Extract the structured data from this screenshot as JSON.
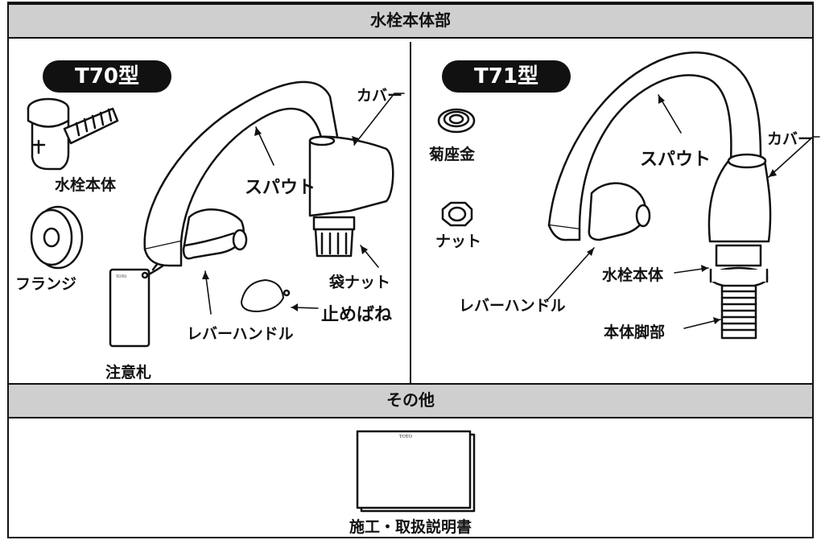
{
  "sections": {
    "faucet_body": "水栓本体部",
    "other": "その他"
  },
  "t70": {
    "model": "T70型",
    "labels": {
      "cover": "カバー",
      "spout": "スパウト",
      "faucet_body": "水栓本体",
      "flange": "フランジ",
      "bag_nut": "袋ナット",
      "stopper_spring": "止めばね",
      "lever_handle": "レバーハンドル",
      "caution_tag": "注意札"
    },
    "tag_text": "TOTO"
  },
  "t71": {
    "model": "T71型",
    "labels": {
      "chrysanthemum_washer": "菊座金",
      "nut": "ナット",
      "spout": "スパウト",
      "cover": "カバー",
      "faucet_body": "水栓本体",
      "lever_handle": "レバーハンドル",
      "body_leg": "本体脚部"
    }
  },
  "other": {
    "manual_brand": "TOTO",
    "manual_label": "施工・取扱説明書"
  }
}
